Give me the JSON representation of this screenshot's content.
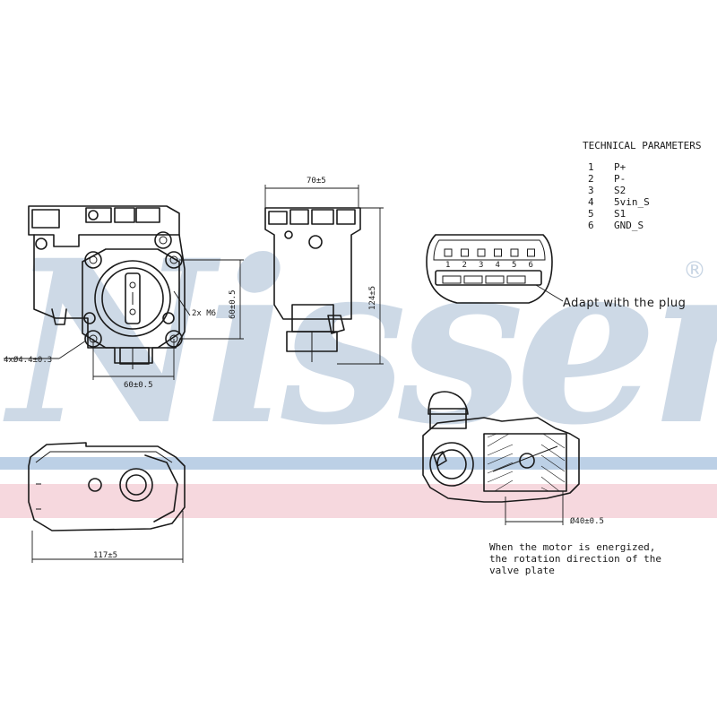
{
  "brand": {
    "watermark": "Nissens",
    "registered_mark": "®"
  },
  "colors": {
    "watermark": "#c8d5e4",
    "band_blue": "#bcd0e6",
    "band_pink": "#f0c8d0",
    "line": "#1a1a1a"
  },
  "technical_parameters": {
    "title": "TECHNICAL PARAMETERS",
    "pins": [
      {
        "num": "1",
        "label": "P+"
      },
      {
        "num": "2",
        "label": "P-"
      },
      {
        "num": "3",
        "label": "S2"
      },
      {
        "num": "4",
        "label": "5vin_S"
      },
      {
        "num": "5",
        "label": "S1"
      },
      {
        "num": "6",
        "label": "GND_S"
      }
    ]
  },
  "plug": {
    "pin_labels": [
      "1",
      "2",
      "3",
      "4",
      "5",
      "6"
    ],
    "callout": "Adapt with the plug"
  },
  "dimensions": {
    "front_mount_holes": "4xØ4.4±0.3",
    "front_thread": "2x M6",
    "front_height": "60±0.5",
    "front_width": "60±0.5",
    "side_width": "70±5",
    "side_height": "124±5",
    "top_width": "117±5",
    "bore": "Ø40±0.5"
  },
  "rotation_note": {
    "line1": "When the motor is energized,",
    "line2": "the rotation direction of the",
    "line3": "valve plate"
  }
}
